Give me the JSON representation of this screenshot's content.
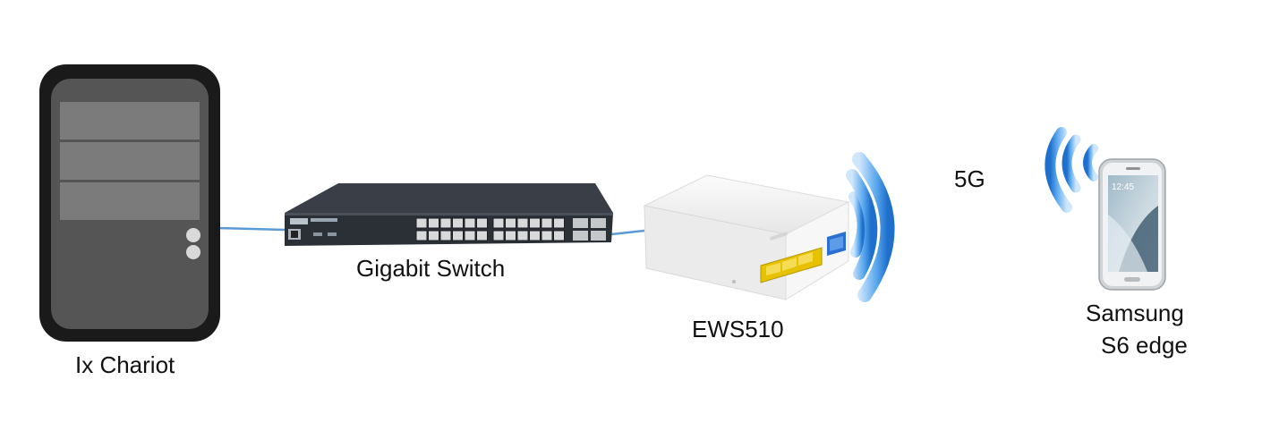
{
  "nodes": {
    "pc": {
      "label": "Ix Chariot"
    },
    "switch": {
      "label": "Gigabit Switch"
    },
    "access_point": {
      "label": "EWS510"
    },
    "phone": {
      "label_line1": "Samsung",
      "label_line2": "S6 edge",
      "screen_time": "12:45"
    }
  },
  "band_label": "5G",
  "colors": {
    "link": "#5b9bd5",
    "pc_body": "#1a1a1a",
    "pc_face": "#555555",
    "switch_body": "#2b2f36",
    "ap_body": "#f2f2f2",
    "ap_ports": "#e7c200",
    "wifi_blue": "#2a7fd6"
  },
  "icons": {
    "pc": "tower-computer-icon",
    "switch": "network-switch-icon",
    "access_point": "access-point-icon",
    "phone": "smartphone-icon",
    "wifi": "wifi-signal-icon"
  }
}
